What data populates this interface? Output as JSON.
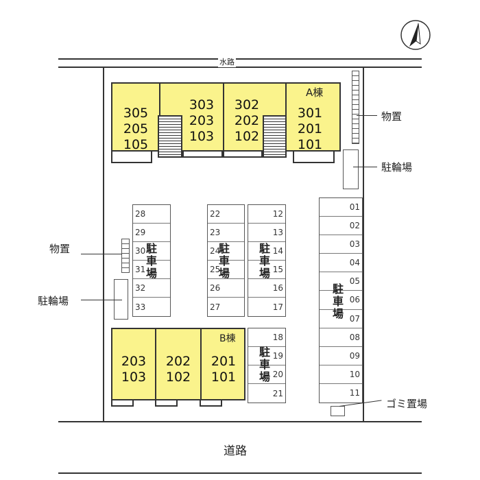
{
  "top_road": "水路",
  "bottom_road": "道路",
  "building_a": {
    "label": "A棟",
    "units": [
      [
        "305",
        "205",
        "105"
      ],
      [
        "303",
        "203",
        "103"
      ],
      [
        "302",
        "202",
        "102"
      ],
      [
        "301",
        "201",
        "101"
      ]
    ]
  },
  "building_b": {
    "label": "B棟",
    "units": [
      [
        "203",
        "103"
      ],
      [
        "202",
        "102"
      ],
      [
        "201",
        "101"
      ]
    ]
  },
  "parking_label": [
    "駐",
    "車",
    "場"
  ],
  "parking": {
    "left": [
      "28",
      "29",
      "30",
      "31",
      "32",
      "33"
    ],
    "mid": [
      "22",
      "23",
      "24",
      "25",
      "26",
      "27"
    ],
    "midright": [
      "12",
      "13",
      "14",
      "15",
      "16",
      "17"
    ],
    "lower": [
      "18",
      "19",
      "20",
      "21"
    ],
    "right": [
      "01",
      "02",
      "03",
      "04",
      "05",
      "06",
      "07",
      "08",
      "09",
      "10",
      "11"
    ]
  },
  "labels": {
    "storage_right": "物置",
    "bike_right": "駐輪場",
    "storage_left": "物置",
    "bike_left": "駐輪場",
    "garbage": "ゴミ置場"
  }
}
